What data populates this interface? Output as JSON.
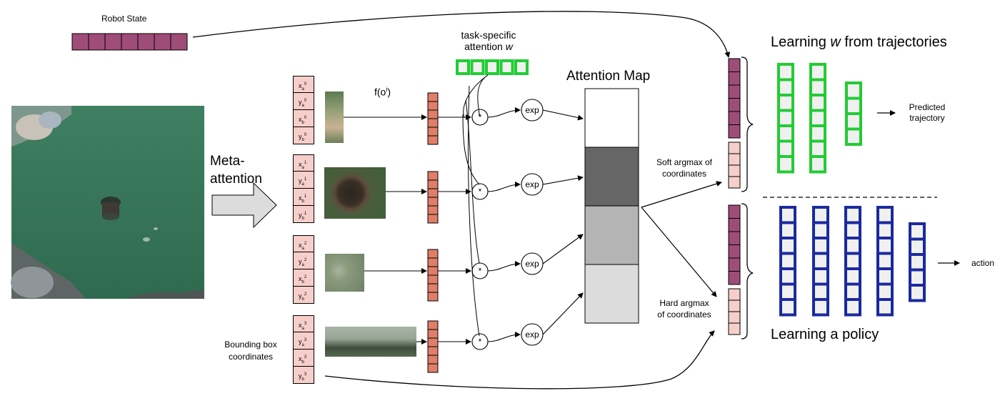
{
  "labels": {
    "robot_state": "Robot State",
    "task_specific_line1": "task-specific",
    "task_specific_line2": "attention",
    "task_specific_w": "w",
    "attention_map": "Attention Map",
    "meta_line1": "Meta-",
    "meta_line2": "attention",
    "f_o_prefix": "f(o",
    "f_o_sup": "i",
    "f_o_suffix": ")",
    "bounding_box_line1": "Bounding box",
    "bounding_box_line2": "coordinates",
    "soft_argmax_line1": "Soft argmax of",
    "soft_argmax_line2": "coordinates",
    "hard_argmax_line1": "Hard argmax",
    "hard_argmax_line2": "of coordinates",
    "learning_w_prefix": "Learning ",
    "learning_w_var": "w",
    "learning_w_suffix": " from trajectories",
    "learning_policy": "Learning a policy",
    "predicted_line1": "Predicted",
    "predicted_line2": "trajectory",
    "action": "action",
    "multiply_symbol": "*",
    "exp_label": "exp"
  },
  "bounding_boxes": [
    {
      "index": "0",
      "vars": [
        "x",
        "y",
        "x",
        "y"
      ],
      "subs": [
        "a",
        "a",
        "b",
        "b"
      ]
    },
    {
      "index": "1",
      "vars": [
        "x",
        "y",
        "x",
        "y"
      ],
      "subs": [
        "a",
        "a",
        "b",
        "b"
      ]
    },
    {
      "index": "2",
      "vars": [
        "x",
        "y",
        "x",
        "y"
      ],
      "subs": [
        "a",
        "a",
        "b",
        "b"
      ]
    },
    {
      "index": "3",
      "vars": [
        "x",
        "y",
        "x",
        "y"
      ],
      "subs": [
        "a",
        "a",
        "b",
        "b"
      ]
    }
  ],
  "colors": {
    "purple": "#9e4d78",
    "salmon": "#e07e68",
    "light_pink": "#f6cfca",
    "green": "#22cc33",
    "navy": "#1a2a9e",
    "cell_fill": "#f0f0f0",
    "attention_shades": [
      "#ffffff",
      "#666666",
      "#b4b4b4",
      "#dcdcdc"
    ]
  }
}
